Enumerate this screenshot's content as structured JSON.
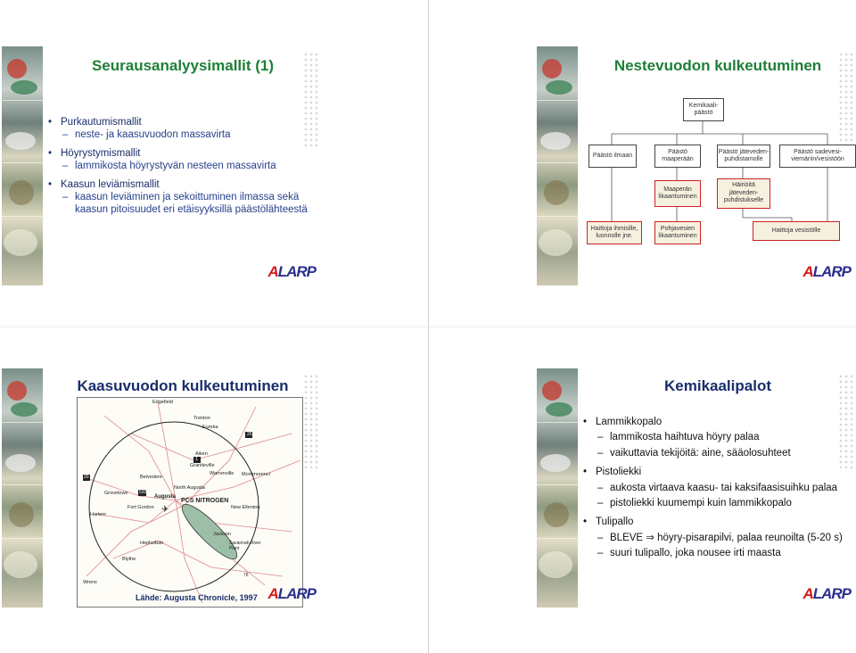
{
  "colors": {
    "green_title": "#1e7f36",
    "navy_title": "#1a2e6a",
    "warn_border": "#cc2222",
    "plume": "#9dbfa8"
  },
  "logo": {
    "prefix": "A",
    "main": "LARP"
  },
  "slide1": {
    "title": "Seurausanalyysimallit (1)",
    "items": [
      {
        "label": "Purkautumismallit",
        "sub": [
          "neste- ja kaasuvuodon massavirta"
        ]
      },
      {
        "label": "Höyrystymismallit",
        "sub": [
          "lammikosta höyrystyvän nesteen massavirta"
        ]
      },
      {
        "label": "Kaasun leviämismallit",
        "sub": [
          "kaasun leviäminen ja sekoittuminen ilmassa sekä kaasun pitoisuudet eri etäisyyksillä päästölähteestä"
        ]
      }
    ]
  },
  "slide2": {
    "title": "Nestevuodon kulkeutuminen",
    "boxes": {
      "root": "Kemikaali-päästö",
      "air": "Päästö ilmaan",
      "soil": "Päästö maaperään",
      "wastewater": "Päästö jäteveden-puhdistamolle",
      "storm": "Päästö sadevesi-viemäriin/vesistöön",
      "soil_contam": "Maaperän likaantuminen",
      "plant_harm": "Häiriöitä jäteveden-puhdistukselle",
      "harm_people": "Haittoja ihmisille, luonnolle jne.",
      "groundwater": "Pohjavesien likaantuminen",
      "harm_water": "Haittoja vesistölle"
    }
  },
  "slide3": {
    "title": "Kaasuvuodon kulkeutuminen",
    "caption": "Lähde: Augusta Chronicle, 1997",
    "map_labels": [
      "Edgefield",
      "Trenton",
      "Eureka",
      "Aiken",
      "Graniteville",
      "Warrenville",
      "Montmorenci",
      "Belvedere",
      "North Augusta",
      "Augusta",
      "PCS NITROGEN",
      "New Ellenton",
      "Jackson",
      "Savannah River Plant",
      "Hephzibah",
      "Blythe",
      "Harlem",
      "Grovetown",
      "Fort Gordon",
      "Wrens"
    ],
    "road_labels": [
      "20",
      "25",
      "1",
      "520",
      "78"
    ]
  },
  "slide4": {
    "title": "Kemikaalipalot",
    "items": [
      {
        "label": "Lammikkopalo",
        "sub": [
          "lammikosta haihtuva höyry palaa",
          "vaikuttavia tekijöitä: aine, sääolosuhteet"
        ]
      },
      {
        "label": "Pistoliekki",
        "sub": [
          "aukosta virtaava kaasu- tai kaksifaasisuihku palaa",
          "pistoliekki kuumempi kuin lammikkopalo"
        ]
      },
      {
        "label": "Tulipallo",
        "sub": [
          "BLEVE ⇒ höyry-pisarapilvi, palaa reunoilta (5-20 s)",
          "suuri tulipallo, joka nousee irti maasta"
        ]
      }
    ]
  }
}
